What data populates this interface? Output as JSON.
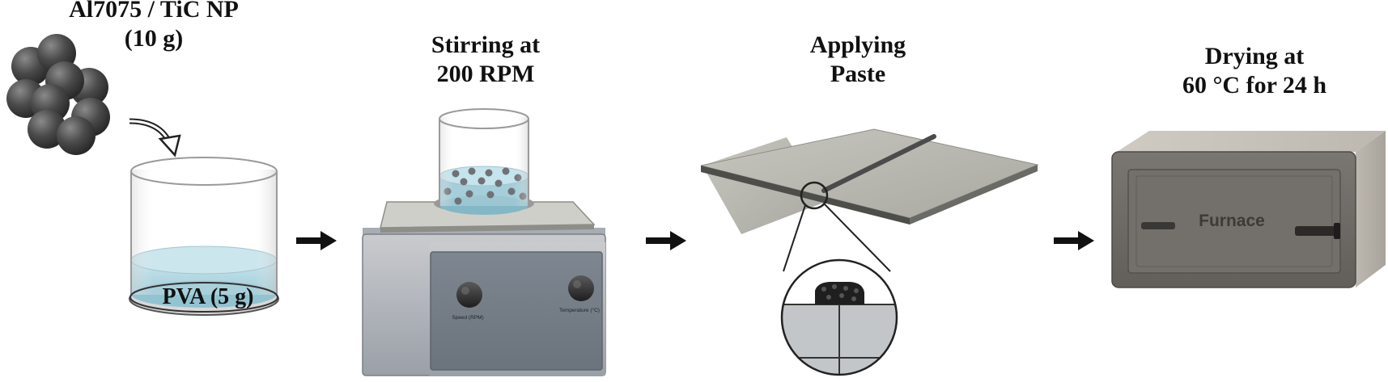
{
  "steps": [
    {
      "title_line1": "Al7075 / TiC NP",
      "title_line2": "(10 g)"
    },
    {
      "title_line1": "Stirring at",
      "title_line2": "200 RPM"
    },
    {
      "title_line1": "Applying",
      "title_line2": "Paste"
    },
    {
      "title_line1": "Drying at",
      "title_line2": "60 °C for 24 h"
    }
  ],
  "beaker": {
    "content_label": "PVA (5 g)"
  },
  "stirrer": {
    "knob_left_label": "Speed (RPM)",
    "knob_right_label": "Temperature (°C)"
  },
  "furnace": {
    "name": "Furnace"
  },
  "colors": {
    "particle": "#4a4a4a",
    "liquid": "#a9d4e0",
    "plate": "#b8b8b2",
    "device_body": "#8a8f96",
    "furnace_body": "#6f6c68"
  }
}
